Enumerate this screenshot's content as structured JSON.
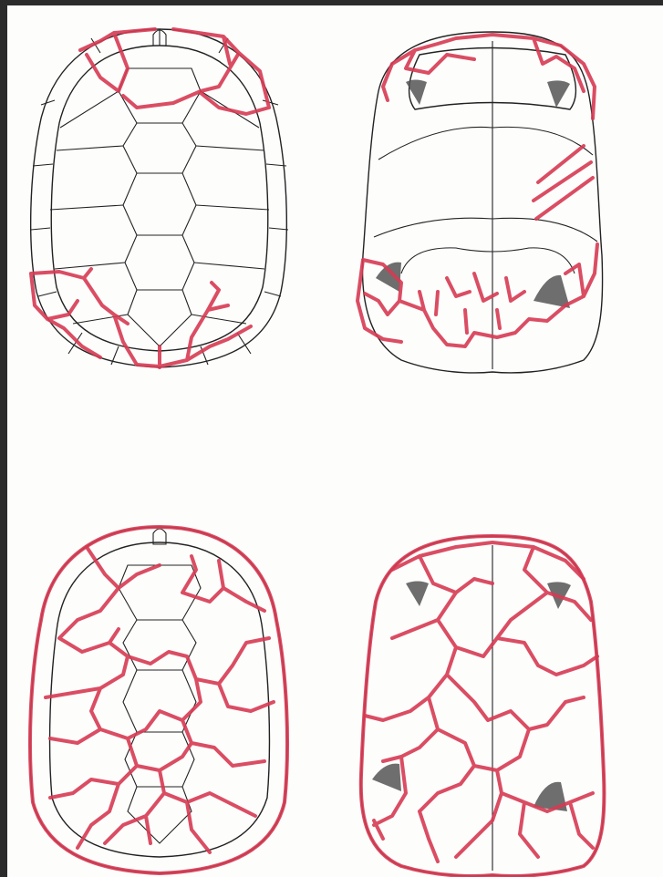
{
  "colors": {
    "background": "#fdfdfc",
    "border": "#2b2b2b",
    "ink": "#222222",
    "fracture": "#d63a52",
    "scute_seam": "#222222",
    "pit_shading": "#555555"
  },
  "panels": [
    {
      "id": "carapace-top",
      "view": "carapace",
      "damage": "partial"
    },
    {
      "id": "plastron-top",
      "view": "plastron",
      "damage": "partial"
    },
    {
      "id": "carapace-bottom",
      "view": "carapace",
      "damage": "extensive"
    },
    {
      "id": "plastron-bottom",
      "view": "plastron",
      "damage": "extensive"
    }
  ]
}
